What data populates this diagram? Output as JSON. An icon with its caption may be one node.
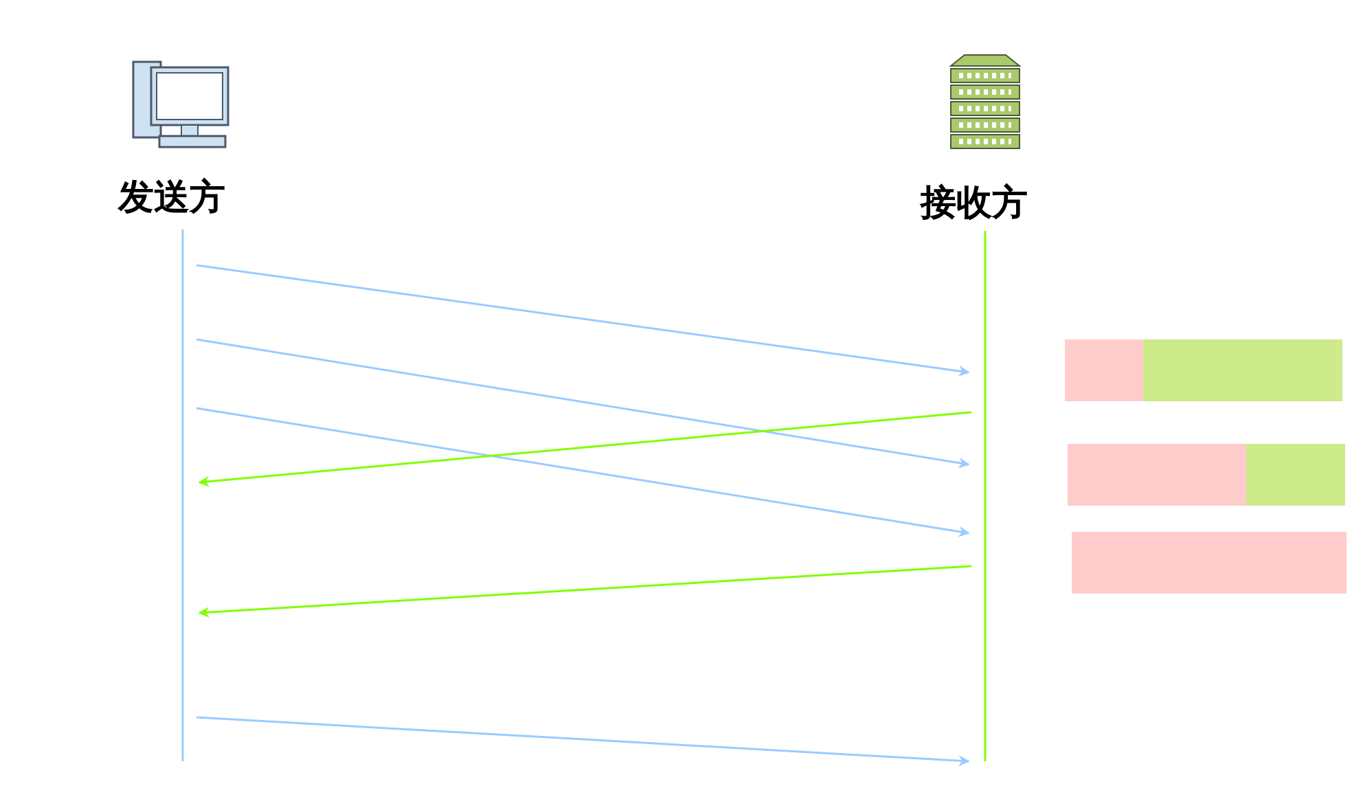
{
  "diagram": {
    "nodes": [
      {
        "text": [
          "发送方"
        ]
      },
      {
        "text": [
          "接收方"
        ]
      },
      {
        "text": [],
        "shape": "bar"
      },
      {
        "text": [],
        "shape": "bar"
      },
      {
        "text": [],
        "shape": "bar"
      }
    ],
    "edges": [
      {
        "from": 0,
        "to": 1,
        "arrow": "to"
      },
      {
        "from": 0,
        "to": 1,
        "arrow": "to"
      },
      {
        "from": 0,
        "to": 1,
        "arrow": "to"
      },
      {
        "from": 1,
        "to": 0,
        "arrow": "to",
        "color": "#80ff00"
      },
      {
        "from": 1,
        "to": 0,
        "arrow": "to",
        "color": "#80ff00"
      },
      {
        "from": 0,
        "to": 1,
        "arrow": "to"
      }
    ]
  }
}
